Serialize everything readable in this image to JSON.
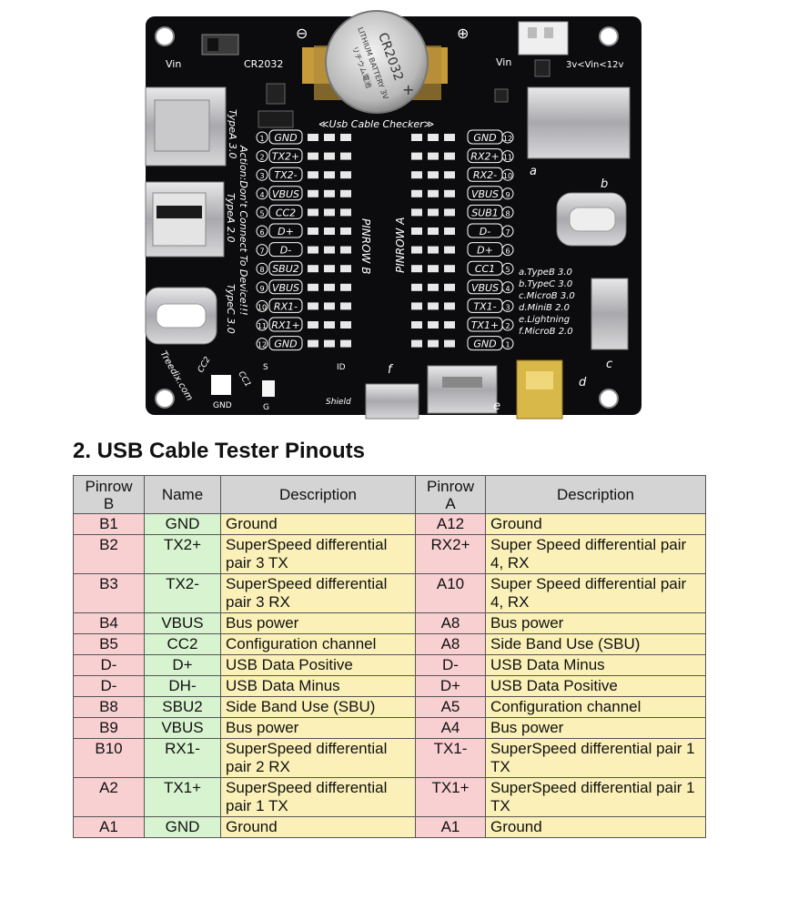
{
  "board": {
    "vin_left": "Vin",
    "cr2032": "CR2032",
    "minus": "⊖",
    "plus": "⊕",
    "battery_line1": "CR2032",
    "battery_line2": "LITHIUM BATTERY 3V",
    "battery_line3": "リチウム電池",
    "battery_plus": "+",
    "vin_right": "Vin",
    "vin_range": "3v<Vin<12v",
    "title": "≪Usb Cable Checker≫",
    "typea30": "TypeA 3.0",
    "action": "Action:Don't Connect To Device!!!",
    "typea20": "TypeA 2.0",
    "typec30": "TypeC 3.0",
    "treedix": "Treedix.com",
    "pinrow_b": "PINROW B",
    "pinrow_a": "PINROW A",
    "left_pins": [
      {
        "num": "1",
        "label": "GND"
      },
      {
        "num": "2",
        "label": "TX2+"
      },
      {
        "num": "3",
        "label": "TX2-"
      },
      {
        "num": "4",
        "label": "VBUS"
      },
      {
        "num": "5",
        "label": "CC2"
      },
      {
        "num": "6",
        "label": "D+"
      },
      {
        "num": "7",
        "label": "D-"
      },
      {
        "num": "8",
        "label": "SBU2"
      },
      {
        "num": "9",
        "label": "VBUS"
      },
      {
        "num": "10",
        "label": "RX1-"
      },
      {
        "num": "11",
        "label": "RX1+"
      },
      {
        "num": "12",
        "label": "GND"
      }
    ],
    "right_pins": [
      {
        "num": "12",
        "label": "GND"
      },
      {
        "num": "11",
        "label": "RX2+"
      },
      {
        "num": "10",
        "label": "RX2-"
      },
      {
        "num": "9",
        "label": "VBUS"
      },
      {
        "num": "8",
        "label": "SUB1"
      },
      {
        "num": "7",
        "label": "D-"
      },
      {
        "num": "6",
        "label": "D+"
      },
      {
        "num": "5",
        "label": "CC1"
      },
      {
        "num": "4",
        "label": "VBUS"
      },
      {
        "num": "3",
        "label": "TX1-"
      },
      {
        "num": "2",
        "label": "TX1+"
      },
      {
        "num": "1",
        "label": "GND"
      }
    ],
    "legend": [
      "a.TypeB 3.0",
      "b.TypeC 3.0",
      "c.MicroB 3.0",
      "d.MiniB 2.0",
      "e.Lightning",
      "f.MicroB 2.0"
    ],
    "cc2": "CC2",
    "cc1": "CC1",
    "gnd": "GND",
    "s": "S",
    "g": "G",
    "id": "ID",
    "shield": "Shield",
    "port_a": "a",
    "port_b": "b",
    "port_c": "c",
    "port_d": "d",
    "port_e": "e",
    "port_f": "f"
  },
  "section_title": "2. USB Cable Tester Pinouts",
  "table": {
    "headers": [
      "Pinrow B",
      "Name",
      "Description",
      "Pinrow A",
      "Description"
    ],
    "rows": [
      [
        "B1",
        "GND",
        "Ground",
        "A12",
        "Ground"
      ],
      [
        "B2",
        "TX2+",
        "SuperSpeed differential pair 3 TX",
        "RX2+",
        "Super Speed differential pair 4, RX"
      ],
      [
        "B3",
        "TX2-",
        "SuperSpeed differential pair 3 RX",
        "A10",
        "Super Speed differential pair 4, RX"
      ],
      [
        "B4",
        "VBUS",
        "Bus power",
        "A8",
        "Bus power"
      ],
      [
        "B5",
        "CC2",
        "Configuration channel",
        "A8",
        "Side Band Use (SBU)"
      ],
      [
        "D-",
        "D+",
        "USB Data Positive",
        "D-",
        "USB Data Minus"
      ],
      [
        "D-",
        "DH-",
        "USB Data Minus",
        "D+",
        "USB Data Positive"
      ],
      [
        "B8",
        "SBU2",
        "Side Band Use (SBU)",
        "A5",
        "Configuration channel"
      ],
      [
        "B9",
        "VBUS",
        "Bus power",
        "A4",
        "Bus power"
      ],
      [
        "B10",
        "RX1-",
        "SuperSpeed differential pair 2 RX",
        "TX1-",
        "SuperSpeed differential pair 1 TX"
      ],
      [
        "A2",
        "TX1+",
        "SuperSpeed differential pair 1 TX",
        "TX1+",
        "SuperSpeed differential pair 1 TX"
      ],
      [
        "A1",
        "GND",
        "Ground",
        "A1",
        "Ground"
      ]
    ]
  },
  "colors": {
    "pcb": "#0c0c0e",
    "silk": "#ffffff",
    "gold": "#d9b84a",
    "header_bg": "#d4d4d4",
    "pin_bg": "#f9d0d2",
    "name_bg": "#d8f3d0",
    "desc_bg": "#fbf1b8"
  }
}
